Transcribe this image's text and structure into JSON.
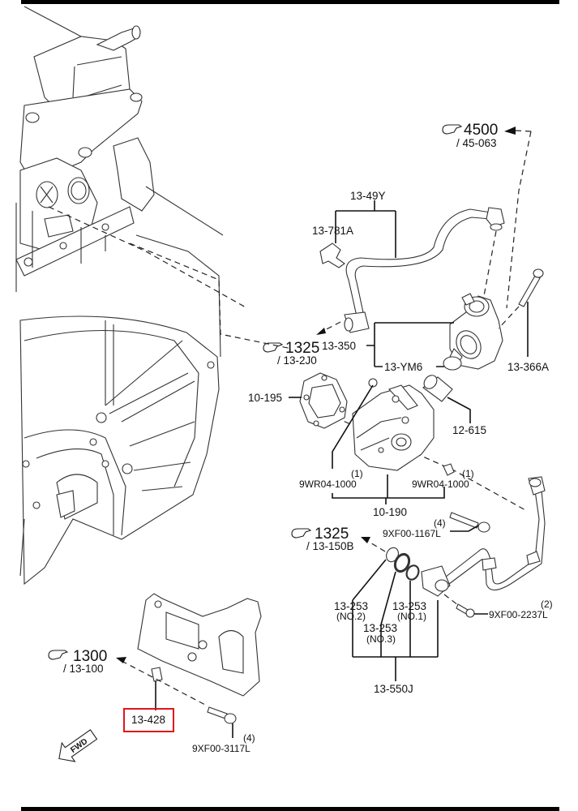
{
  "diagram": {
    "title": "Fuel pump exploded parts diagram",
    "highlight_color": "#e0161b",
    "line_color": "#111111",
    "references": [
      {
        "id": "ref-4500",
        "icon": "pointing-hand-icon",
        "number": "4500",
        "sub": "/ 45-063"
      },
      {
        "id": "ref-1325-a",
        "icon": "pointing-hand-icon",
        "number": "1325",
        "sub": "/ 13-2J0"
      },
      {
        "id": "ref-1325-b",
        "icon": "pointing-hand-icon",
        "number": "1325",
        "sub": "/ 13-150B"
      },
      {
        "id": "ref-1300",
        "icon": "pointing-hand-icon",
        "number": "1300",
        "sub": "/ 13-100"
      }
    ],
    "parts": {
      "p_13_49y": "13-49Y",
      "p_13_781a": "13-781A",
      "p_13_350": "13-350",
      "p_13_ym6": "13-YM6",
      "p_13_366a": "13-366A",
      "p_10_195": "10-195",
      "p_12_615": "12-615",
      "p_9wr04_left": "9WR04-1000",
      "p_9wr04_left_qty": "(1)",
      "p_9wr04_right": "9WR04-1000",
      "p_9wr04_right_qty": "(1)",
      "p_10_190": "10-190",
      "p_9xf00_1167l": "9XF00-1167L",
      "p_9xf00_1167l_qty": "(4)",
      "p_13_253_no2": "13-253",
      "p_13_253_no2_note": "(NO.2)",
      "p_13_253_no1": "13-253",
      "p_13_253_no1_note": "(NO.1)",
      "p_13_253_no3": "13-253",
      "p_13_253_no3_note": "(NO.3)",
      "p_9xf00_2237l": "9XF00-2237L",
      "p_9xf00_2237l_qty": "(2)",
      "p_13_550j": "13-550J",
      "p_13_428": "13-428",
      "p_9xf00_3117l": "9XF00-3117L",
      "p_9xf00_3117l_qty": "(4)"
    },
    "highlighted_part": "13-428",
    "direction_marker": "FWD"
  }
}
